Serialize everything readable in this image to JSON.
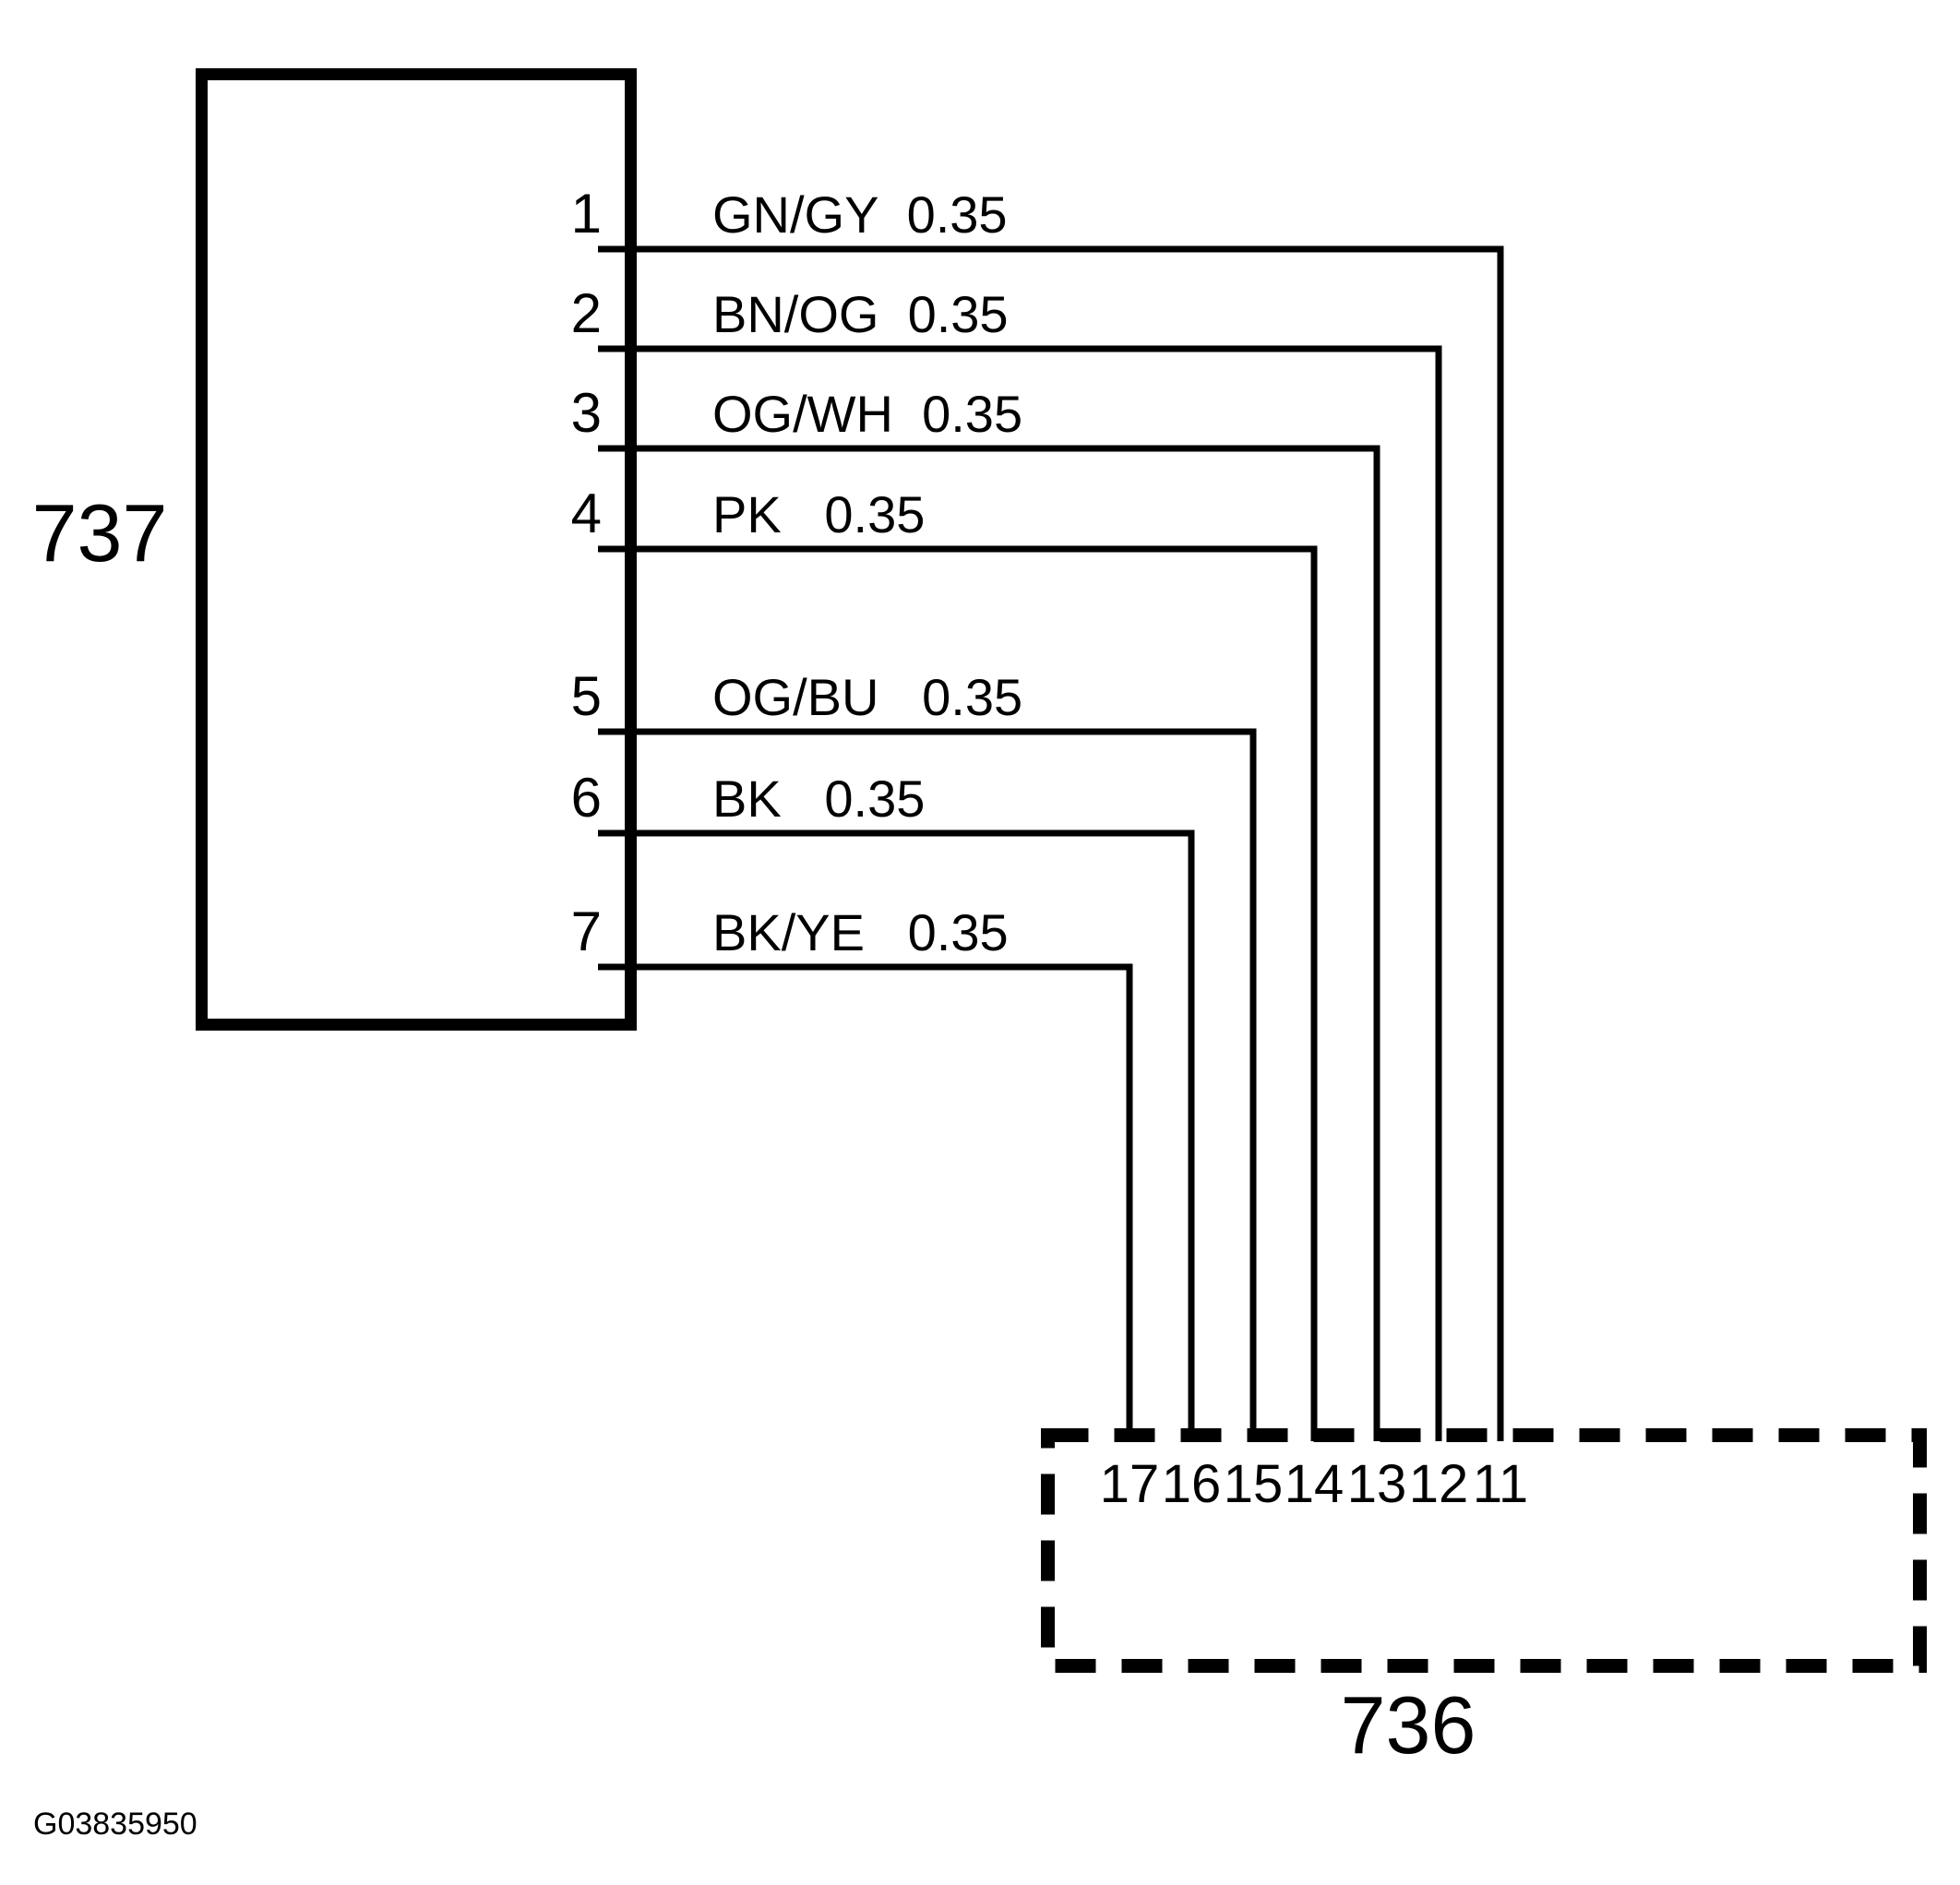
{
  "diagram": {
    "footer_id": "G03835950",
    "source_component": {
      "id_label": "737",
      "type": "solid-box-component"
    },
    "target_connector": {
      "id_label": "736",
      "type": "dashed-box-connector"
    },
    "wires": [
      {
        "source_pin": "1",
        "target_pin": "11",
        "color_code": "GN/GY",
        "gauge": "0.35",
        "label": "GN/GY  0.35"
      },
      {
        "source_pin": "2",
        "target_pin": "12",
        "color_code": "BN/OG",
        "gauge": "0.35",
        "label": "BN/OG  0.35"
      },
      {
        "source_pin": "3",
        "target_pin": "13",
        "color_code": "OG/WH",
        "gauge": "0.35",
        "label": "OG/WH  0.35"
      },
      {
        "source_pin": "4",
        "target_pin": "14",
        "color_code": "PK",
        "gauge": "0.35",
        "label": "PK   0.35"
      },
      {
        "source_pin": "5",
        "target_pin": "15",
        "color_code": "OG/BU",
        "gauge": "0.35",
        "label": "OG/BU   0.35"
      },
      {
        "source_pin": "6",
        "target_pin": "16",
        "color_code": "BK",
        "gauge": "0.35",
        "label": "BK   0.35"
      },
      {
        "source_pin": "7",
        "target_pin": "17",
        "color_code": "BK/YE",
        "gauge": "0.35",
        "label": "BK/YE   0.35"
      }
    ],
    "colors": {
      "line": "#000000",
      "background": "#ffffff"
    }
  }
}
